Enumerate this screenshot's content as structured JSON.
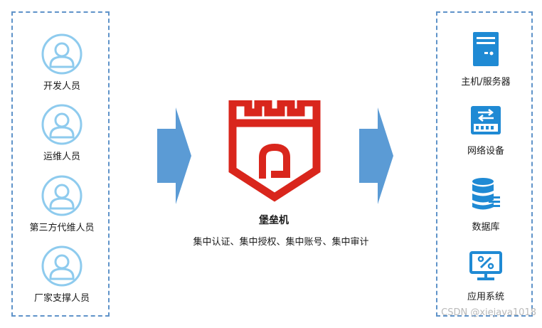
{
  "personnel": [
    {
      "label": "开发人员",
      "icon": "user-icon"
    },
    {
      "label": "运维人员",
      "icon": "user-icon"
    },
    {
      "label": "第三方代维人员",
      "icon": "user-icon"
    },
    {
      "label": "厂家支撑人员",
      "icon": "user-icon"
    }
  ],
  "center": {
    "title": "堡垒机",
    "subtitle": "集中认证、集中授权、集中账号、集中审计",
    "icon": "fortress-castle-icon"
  },
  "resources": [
    {
      "label": "主机/服务器",
      "icon": "server-icon"
    },
    {
      "label": "网络设备",
      "icon": "network-switch-icon"
    },
    {
      "label": "数据库",
      "icon": "database-icon"
    },
    {
      "label": "应用系统",
      "icon": "application-monitor-icon"
    }
  ],
  "watermark": "CSDN @xiejava1018",
  "colors": {
    "panel_border": "#5f93c9",
    "user_icon": "#8ecbee",
    "arrow": "#5b9bd5",
    "castle": "#d9261c",
    "device_icon": "#1f8ad4"
  }
}
